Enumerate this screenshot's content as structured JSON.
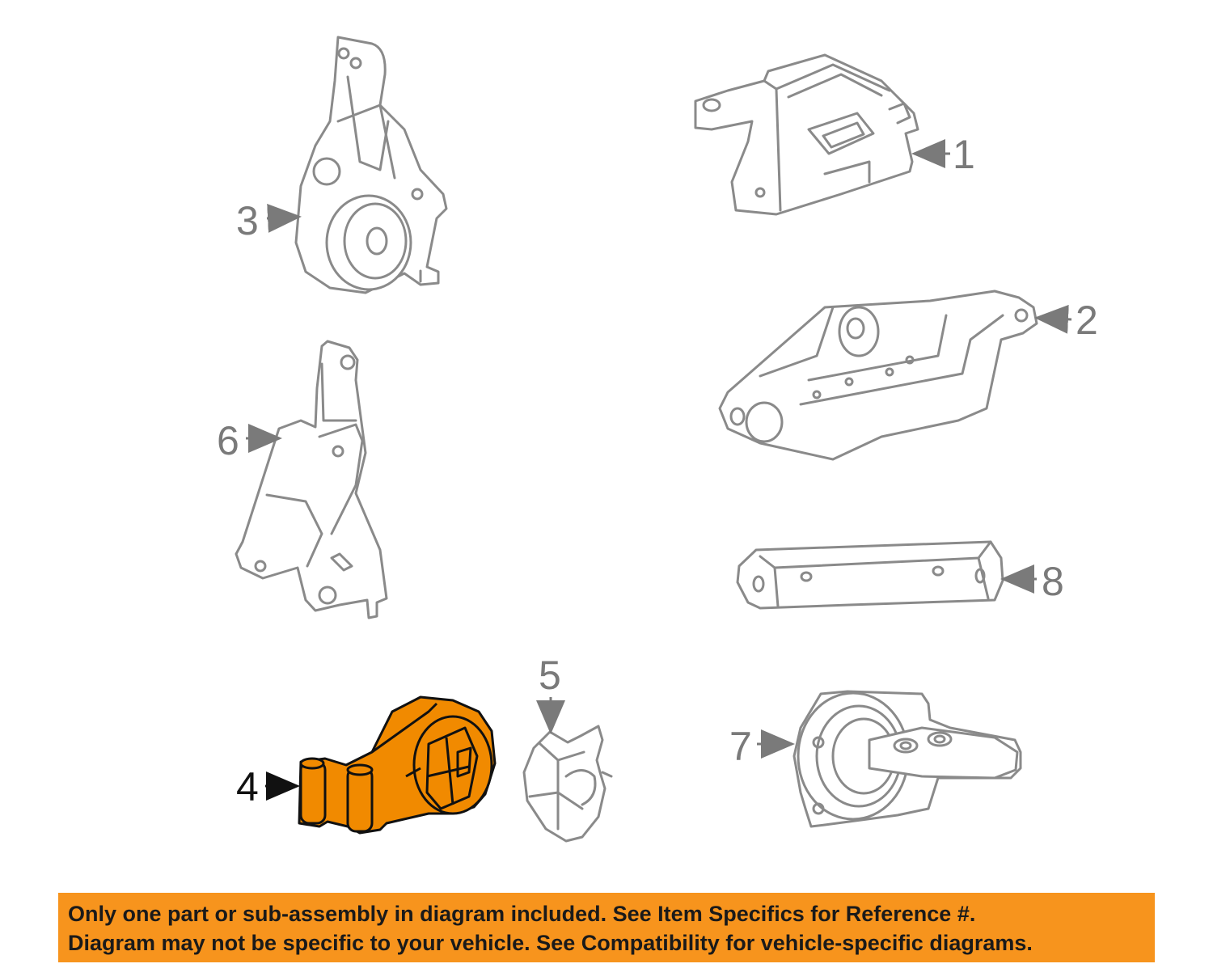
{
  "callouts": {
    "c1": "1",
    "c2": "2",
    "c3": "3",
    "c4": "4",
    "c5": "5",
    "c6": "6",
    "c7": "7",
    "c8": "8"
  },
  "highlighted_part": "4",
  "colors": {
    "highlight_fill": "#f18a00",
    "banner_fill": "#f7941d",
    "part_outline": "#8a8a8a",
    "callout_text": "#7a7a7a"
  },
  "banner": {
    "line1": "Only one part or sub-assembly in diagram included. See Item Specifics for Reference #.",
    "line2": "Diagram may not be specific to your vehicle. See Compatibility for vehicle-specific diagrams."
  }
}
